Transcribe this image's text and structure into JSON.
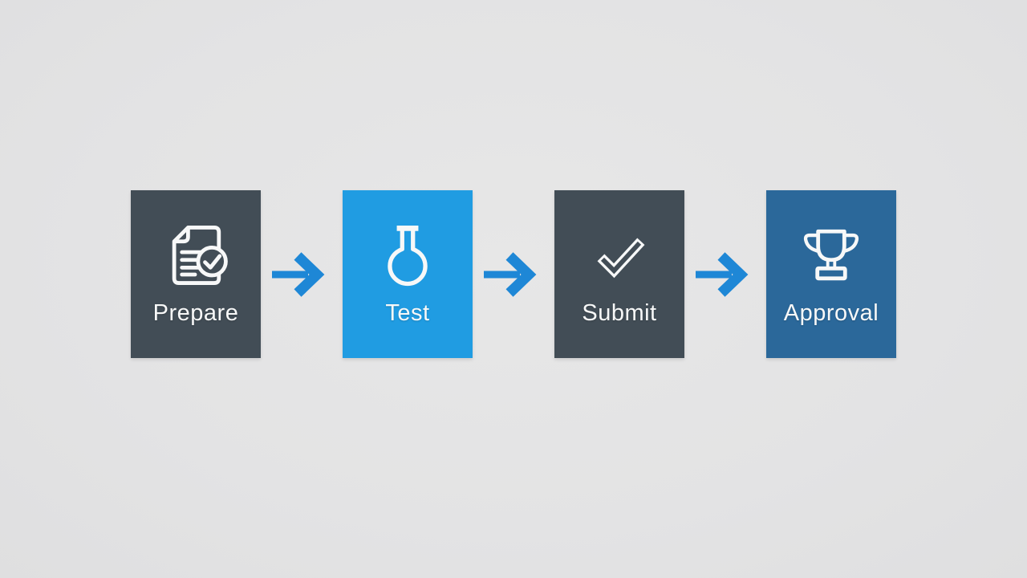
{
  "canvas": {
    "background_color": "#e4e4e4"
  },
  "diagram": {
    "type": "process-flow",
    "steps": [
      {
        "label": "Prepare",
        "icon": "document-check-icon",
        "color": "#424d56"
      },
      {
        "label": "Test",
        "icon": "flask-icon",
        "color": "#209ce2"
      },
      {
        "label": "Submit",
        "icon": "checkmark-icon",
        "color": "#424d56"
      },
      {
        "label": "Approval",
        "icon": "trophy-icon",
        "color": "#2b689a"
      }
    ],
    "arrow_color": "#1e87d6",
    "icon_color": "#f7f8f8",
    "label_color": "#f7f8f8"
  }
}
